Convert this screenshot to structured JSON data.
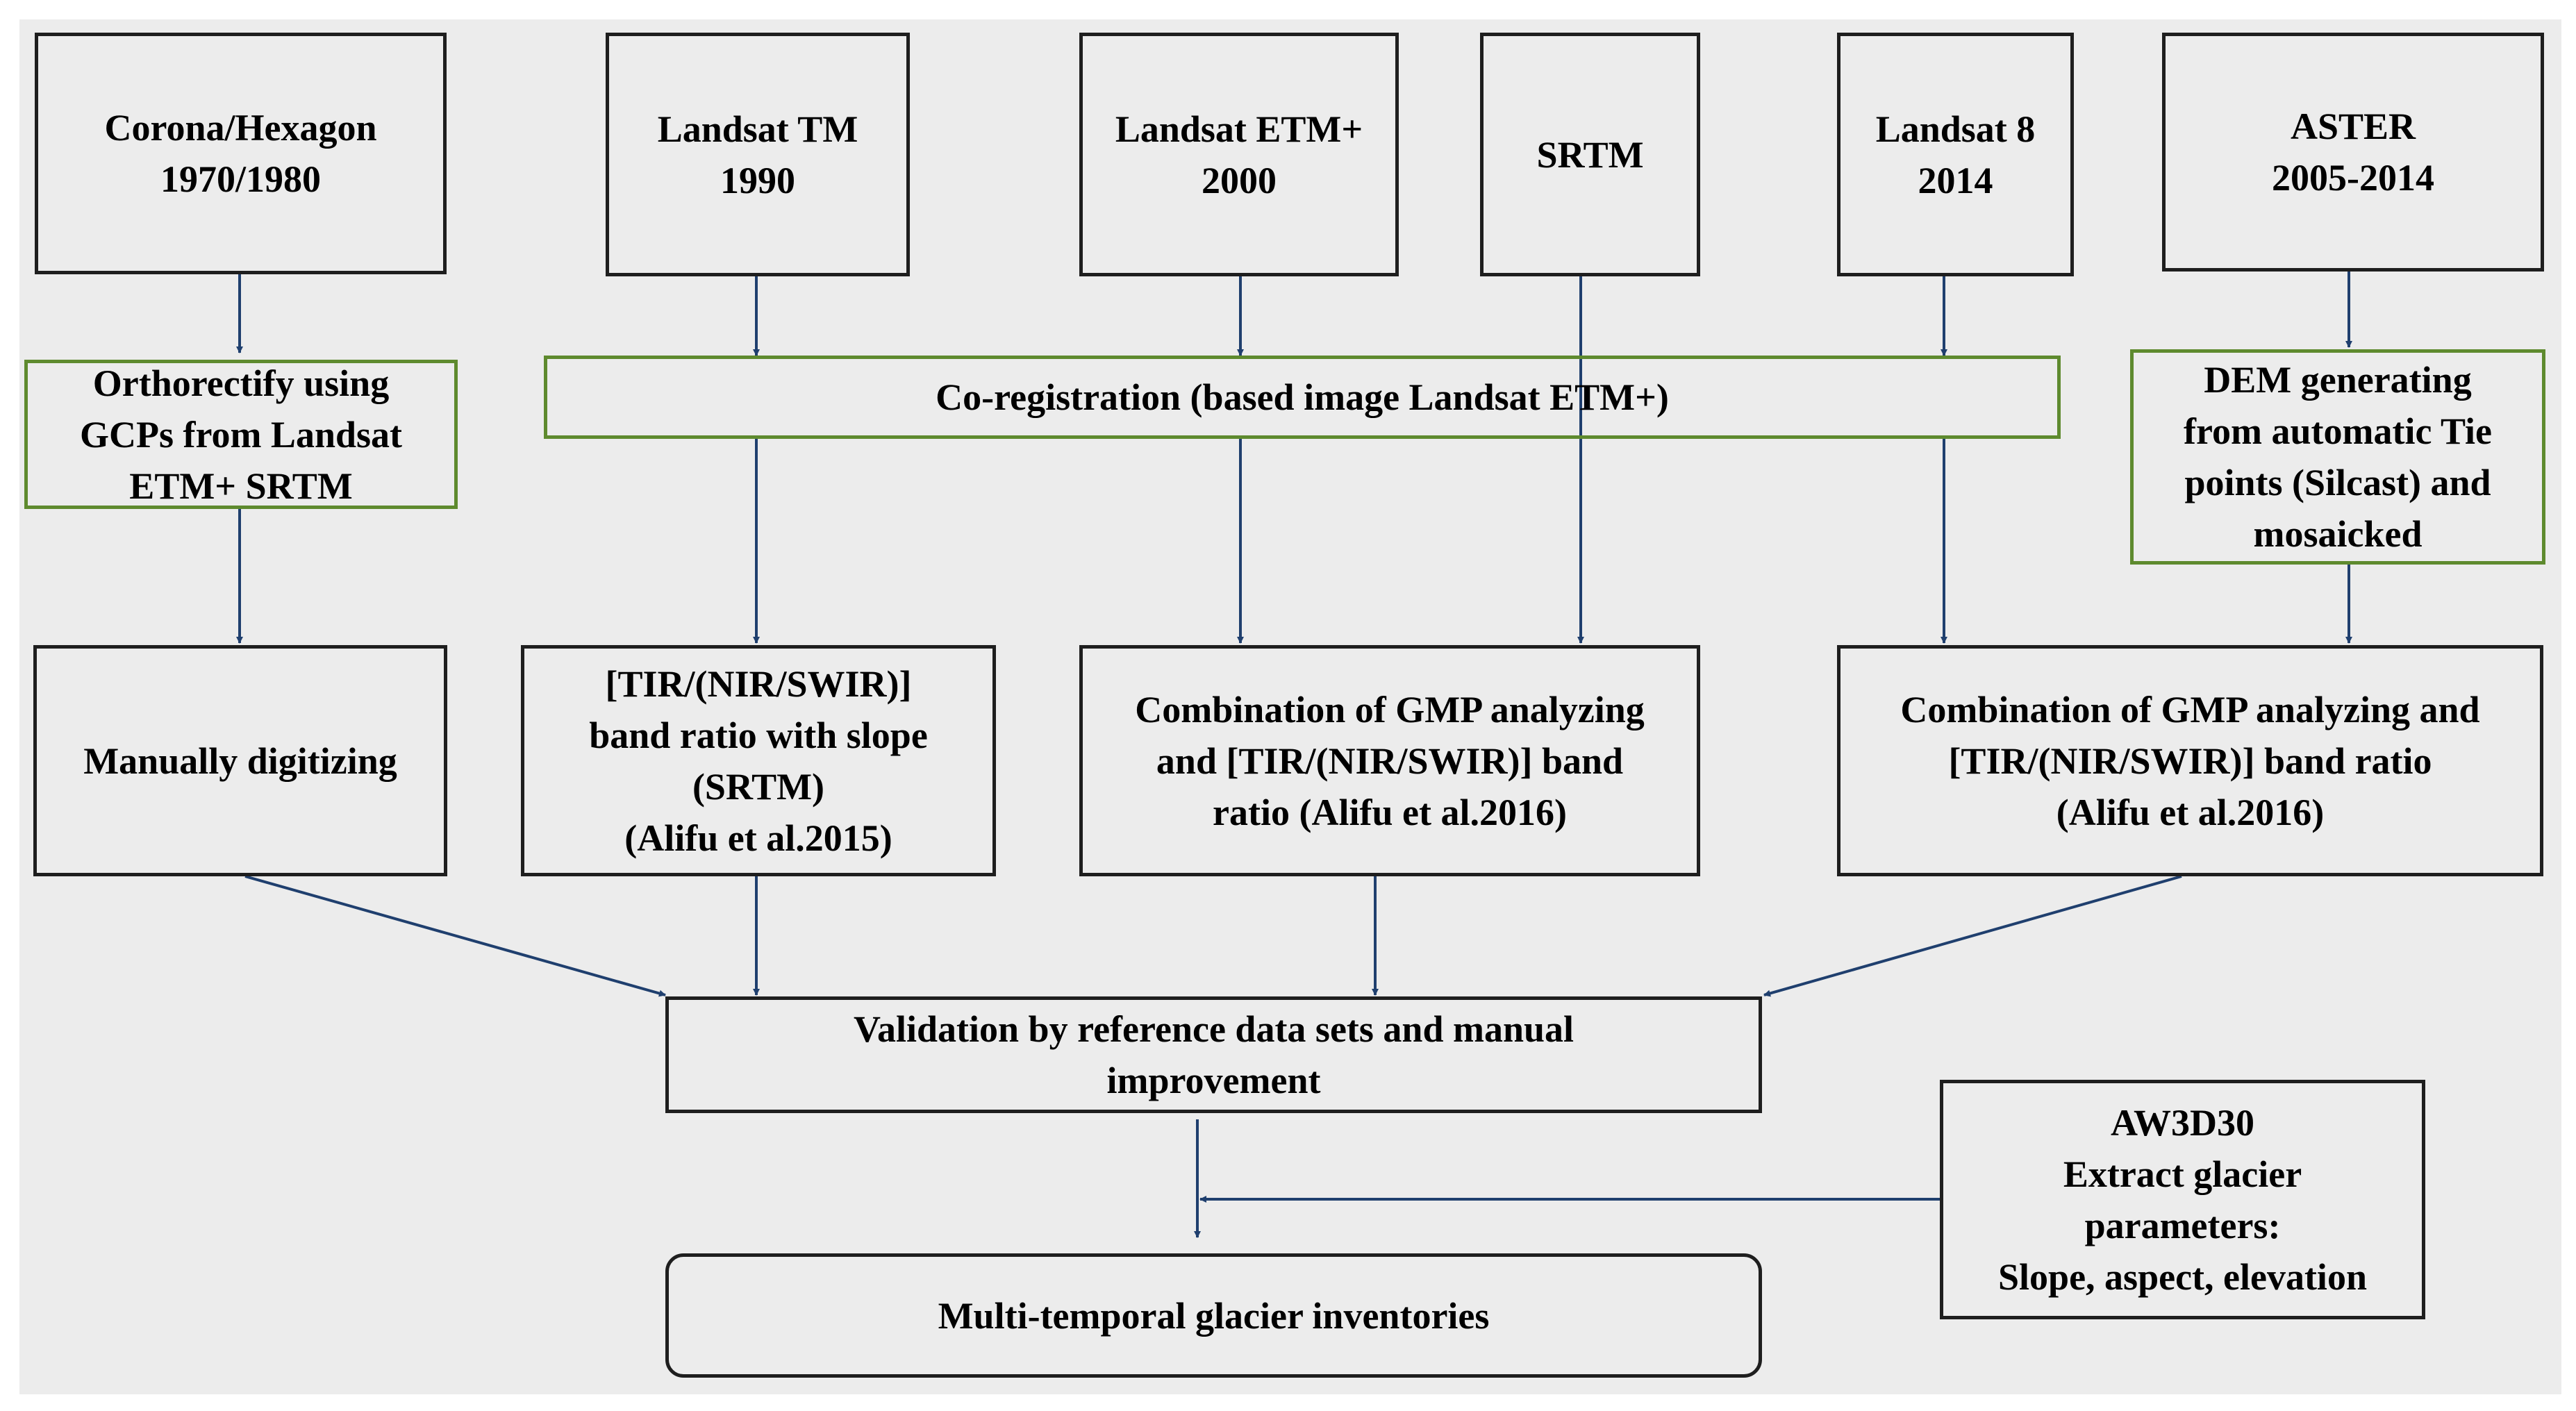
{
  "colors": {
    "background": "#ececec",
    "box_border": "#1e1e1e",
    "process_border": "#5e8a2e",
    "arrow": "#1f3f6e"
  },
  "boxes": {
    "corona": "Corona/Hexagon\n1970/1980",
    "landsat_tm": "Landsat TM\n1990",
    "landsat_etm": "Landsat ETM+\n2000",
    "srtm": "SRTM",
    "landsat8": "Landsat 8\n2014",
    "aster": "ASTER\n2005-2014",
    "orthorectify": "Orthorectify using\nGCPs from Landsat\nETM+ SRTM",
    "coregistration": "Co-registration (based image Landsat ETM+)",
    "dem_generating": "DEM generating\nfrom automatic Tie\npoints (Silcast) and\nmosaicked",
    "manually_digitizing": "Manually digitizing",
    "band_ratio": "[TIR/(NIR/SWIR)]\nband ratio with slope\n(SRTM)\n(Alifu et al.2015)",
    "combination_1": "Combination of GMP analyzing\nand [TIR/(NIR/SWIR)] band\nratio (Alifu et al.2016)",
    "combination_2": "Combination of GMP analyzing and\n[TIR/(NIR/SWIR)] band ratio\n(Alifu et al.2016)",
    "validation": "Validation by reference data sets and manual\nimprovement",
    "aw3d30": "AW3D30\nExtract glacier\nparameters:\nSlope, aspect, elevation",
    "inventories": "Multi-temporal glacier inventories"
  }
}
